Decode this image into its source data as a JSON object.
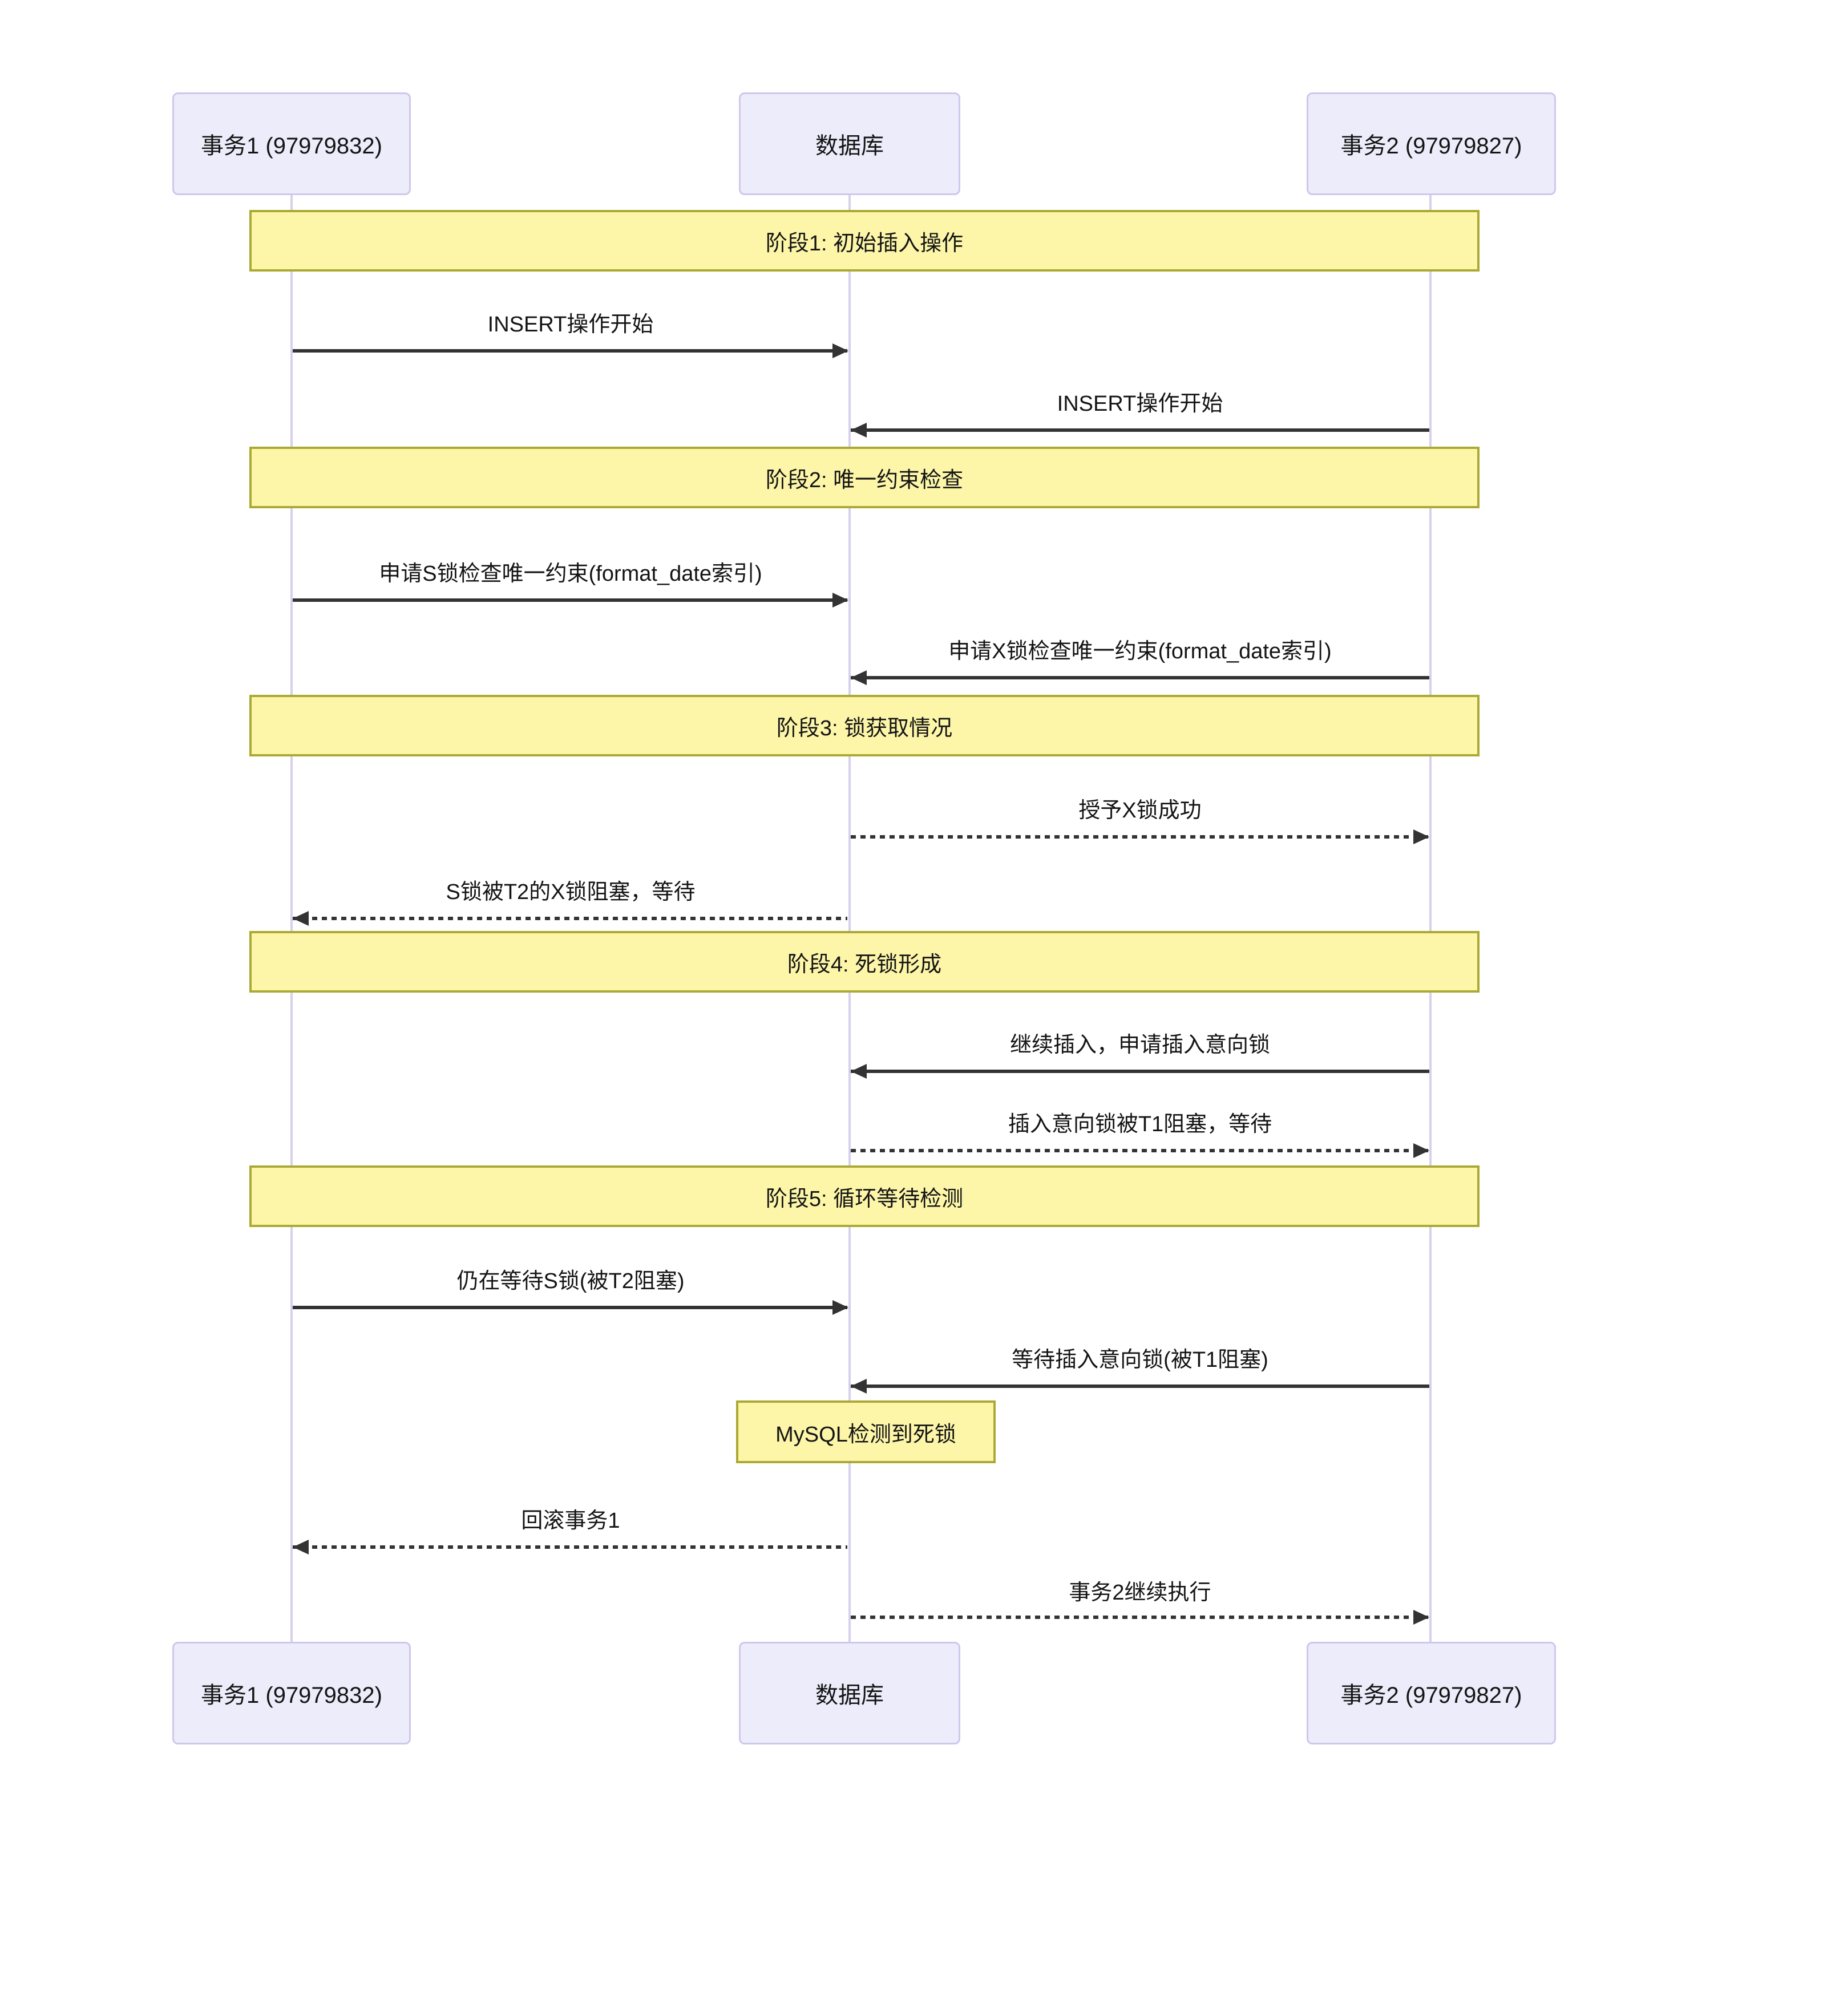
{
  "diagram_title": "MySQL insert deadlock sequence diagram",
  "actors": [
    {
      "id": "t1",
      "label": "事务1 (97979832)"
    },
    {
      "id": "db",
      "label": "数据库"
    },
    {
      "id": "t2",
      "label": "事务2 (97979827)"
    }
  ],
  "phases": [
    {
      "label": "阶段1: 初始插入操作"
    },
    {
      "label": "阶段2: 唯一约束检查"
    },
    {
      "label": "阶段3: 锁获取情况"
    },
    {
      "label": "阶段4: 死锁形成"
    },
    {
      "label": "阶段5: 循环等待检测"
    }
  ],
  "messages": [
    {
      "from": "事务1",
      "to": "数据库",
      "style": "solid",
      "label": "INSERT操作开始"
    },
    {
      "from": "事务2",
      "to": "数据库",
      "style": "solid",
      "label": "INSERT操作开始"
    },
    {
      "from": "事务1",
      "to": "数据库",
      "style": "solid",
      "label": "申请S锁检查唯一约束(format_date索引)"
    },
    {
      "from": "事务2",
      "to": "数据库",
      "style": "solid",
      "label": "申请X锁检查唯一约束(format_date索引)"
    },
    {
      "from": "数据库",
      "to": "事务2",
      "style": "dashed",
      "label": "授予X锁成功"
    },
    {
      "from": "数据库",
      "to": "事务1",
      "style": "dashed",
      "label": "S锁被T2的X锁阻塞，等待"
    },
    {
      "from": "事务2",
      "to": "数据库",
      "style": "solid",
      "label": "继续插入，申请插入意向锁"
    },
    {
      "from": "数据库",
      "to": "事务2",
      "style": "dashed",
      "label": "插入意向锁被T1阻塞，等待"
    },
    {
      "from": "事务1",
      "to": "数据库",
      "style": "solid",
      "label": "仍在等待S锁(被T2阻塞)"
    },
    {
      "from": "事务2",
      "to": "数据库",
      "style": "solid",
      "label": "等待插入意向锁(被T1阻塞)"
    },
    {
      "from": "数据库",
      "to": "事务1",
      "style": "dashed",
      "label": "回滚事务1"
    },
    {
      "from": "数据库",
      "to": "事务2",
      "style": "dashed",
      "label": "事务2继续执行"
    }
  ],
  "note": {
    "label": "MySQL检测到死锁"
  },
  "colors": {
    "actor_fill": "#ececfa",
    "actor_border": "#cfc7ec",
    "phase_fill": "#fdf6a9",
    "phase_border": "#aaaa33",
    "lifeline": "#d8d0ea",
    "arrow": "#333333"
  }
}
